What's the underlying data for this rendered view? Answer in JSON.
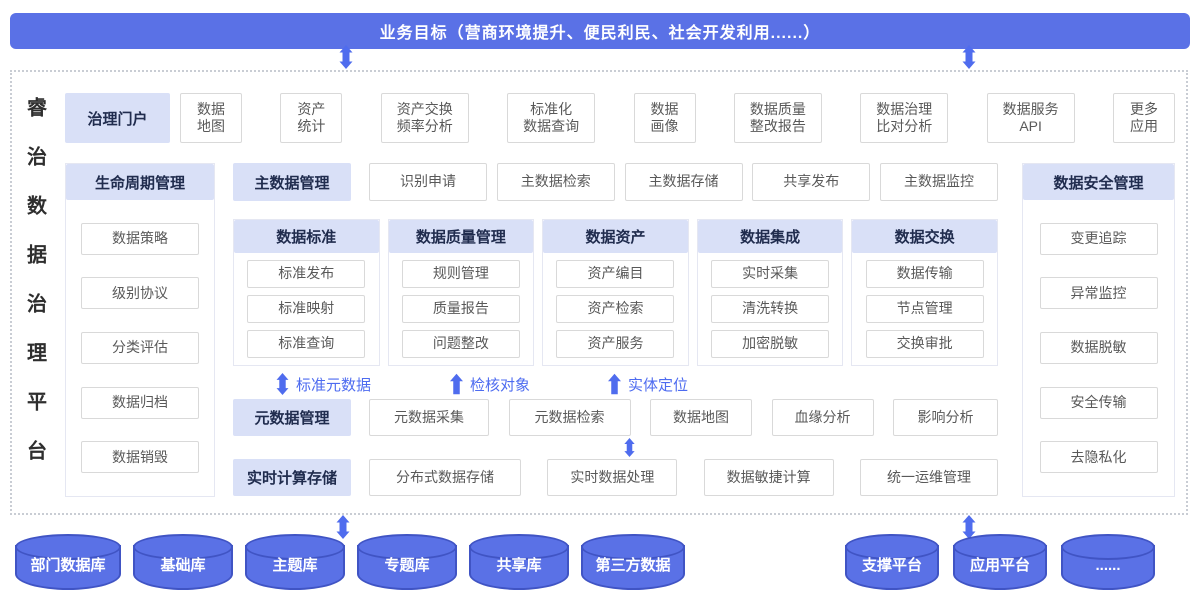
{
  "banner": {
    "title": "业务目标（营商环境提升、便民利民、社会开发利用......）"
  },
  "platform": {
    "title": "睿治数据治理平台"
  },
  "portal": {
    "header": "治理门户",
    "items": [
      "数据\n地图",
      "资产\n统计",
      "资产交换\n频率分析",
      "标准化\n数据查询",
      "数据\n画像",
      "数据质量\n整改报告",
      "数据治理\n比对分析",
      "数据服务\nAPI",
      "更多\n应用"
    ]
  },
  "lifecycle": {
    "header": "生命周期管理",
    "items": [
      "数据策略",
      "级别协议",
      "分类评估",
      "数据归档",
      "数据销毁"
    ]
  },
  "master": {
    "header": "主数据管理",
    "items": [
      "识别申请",
      "主数据检索",
      "主数据存储",
      "共享发布",
      "主数据监控"
    ]
  },
  "columns": [
    {
      "header": "数据标准",
      "items": [
        "标准发布",
        "标准映射",
        "标准查询"
      ]
    },
    {
      "header": "数据质量管理",
      "items": [
        "规则管理",
        "质量报告",
        "问题整改"
      ]
    },
    {
      "header": "数据资产",
      "items": [
        "资产编目",
        "资产检索",
        "资产服务"
      ]
    },
    {
      "header": "数据集成",
      "items": [
        "实时采集",
        "清洗转换",
        "加密脱敏"
      ]
    },
    {
      "header": "数据交换",
      "items": [
        "数据传输",
        "节点管理",
        "交换审批"
      ]
    }
  ],
  "flows": [
    {
      "label": "标准元数据",
      "arrow": "double"
    },
    {
      "label": "检核对象",
      "arrow": "up"
    },
    {
      "label": "实体定位",
      "arrow": "up"
    }
  ],
  "metadata": {
    "header": "元数据管理",
    "items": [
      "元数据采集",
      "元数据检索",
      "数据地图",
      "血缘分析",
      "影响分析"
    ]
  },
  "realtime": {
    "header": "实时计算存储",
    "items": [
      "分布式数据存储",
      "实时数据处理",
      "数据敏捷计算",
      "统一运维管理"
    ]
  },
  "security": {
    "header": "数据安全管理",
    "items": [
      "变更追踪",
      "异常监控",
      "数据脱敏",
      "安全传输",
      "去隐私化"
    ]
  },
  "databases": [
    "部门数据库",
    "基础库",
    "主题库",
    "专题库",
    "共享库",
    "第三方数据"
  ],
  "platforms": [
    "支撑平台",
    "应用平台",
    "......"
  ],
  "colors": {
    "banner_blue": "#5a71e6",
    "cylinder_border": "#4054c4",
    "arrow_blue": "#4f6cee",
    "header_bg": "#d9e0f7",
    "header_text": "#202c4e",
    "box_border": "#d9d9d9",
    "box_text": "#595959",
    "flow_label": "#4d6bf0"
  }
}
